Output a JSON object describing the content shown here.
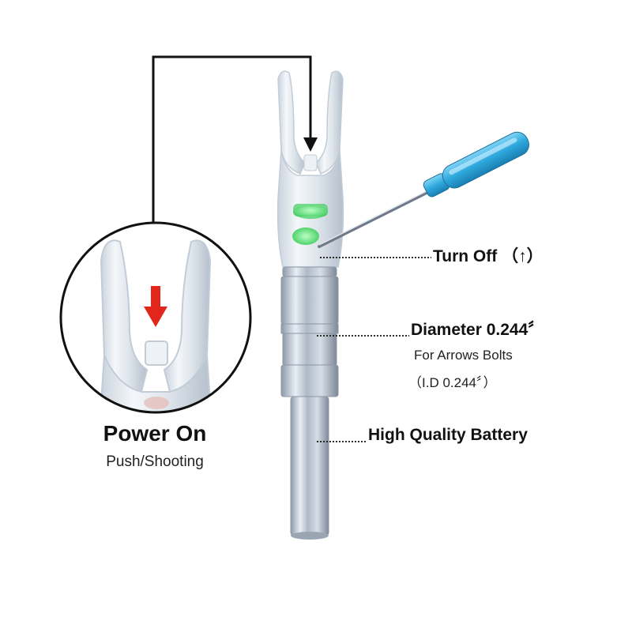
{
  "callouts": {
    "turn_off": "Turn Off （↑）",
    "diameter": "Diameter 0.244〞",
    "for_arrows": "For Arrows Bolts",
    "id_size": "（I.D 0.244〞）",
    "battery": "High Quality Battery"
  },
  "power": {
    "title": "Power On",
    "subtitle": "Push/Shooting"
  },
  "colors": {
    "led_green": "#5fe07a",
    "screwdriver_blue": "#2ea8dc",
    "arrow_red": "#e2261b",
    "shaft_silver": "#b8c2cf"
  }
}
